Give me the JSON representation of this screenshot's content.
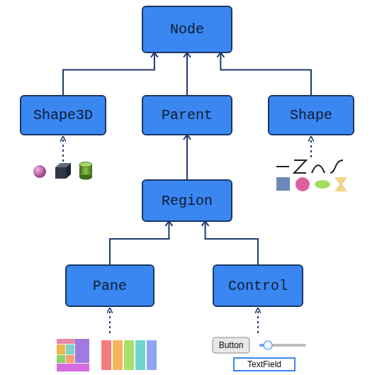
{
  "diagram": {
    "nodes": [
      {
        "text": [
          "Node"
        ]
      },
      {
        "text": [
          "Shape3D"
        ]
      },
      {
        "text": [
          "Parent"
        ]
      },
      {
        "text": [
          "Shape"
        ]
      },
      {
        "text": [
          "Region"
        ]
      },
      {
        "text": [
          "Pane"
        ]
      },
      {
        "text": [
          "Control"
        ]
      }
    ],
    "edges": [
      {
        "from": 1,
        "to": 0,
        "arrow": "to"
      },
      {
        "from": 2,
        "to": 0,
        "arrow": "to"
      },
      {
        "from": 3,
        "to": 0,
        "arrow": "to"
      },
      {
        "from": 4,
        "to": 2,
        "arrow": "to"
      },
      {
        "from": 5,
        "to": 4,
        "arrow": "to"
      },
      {
        "from": 6,
        "to": 4,
        "arrow": "to"
      }
    ],
    "labels": [
      "Button",
      "TextField"
    ]
  }
}
